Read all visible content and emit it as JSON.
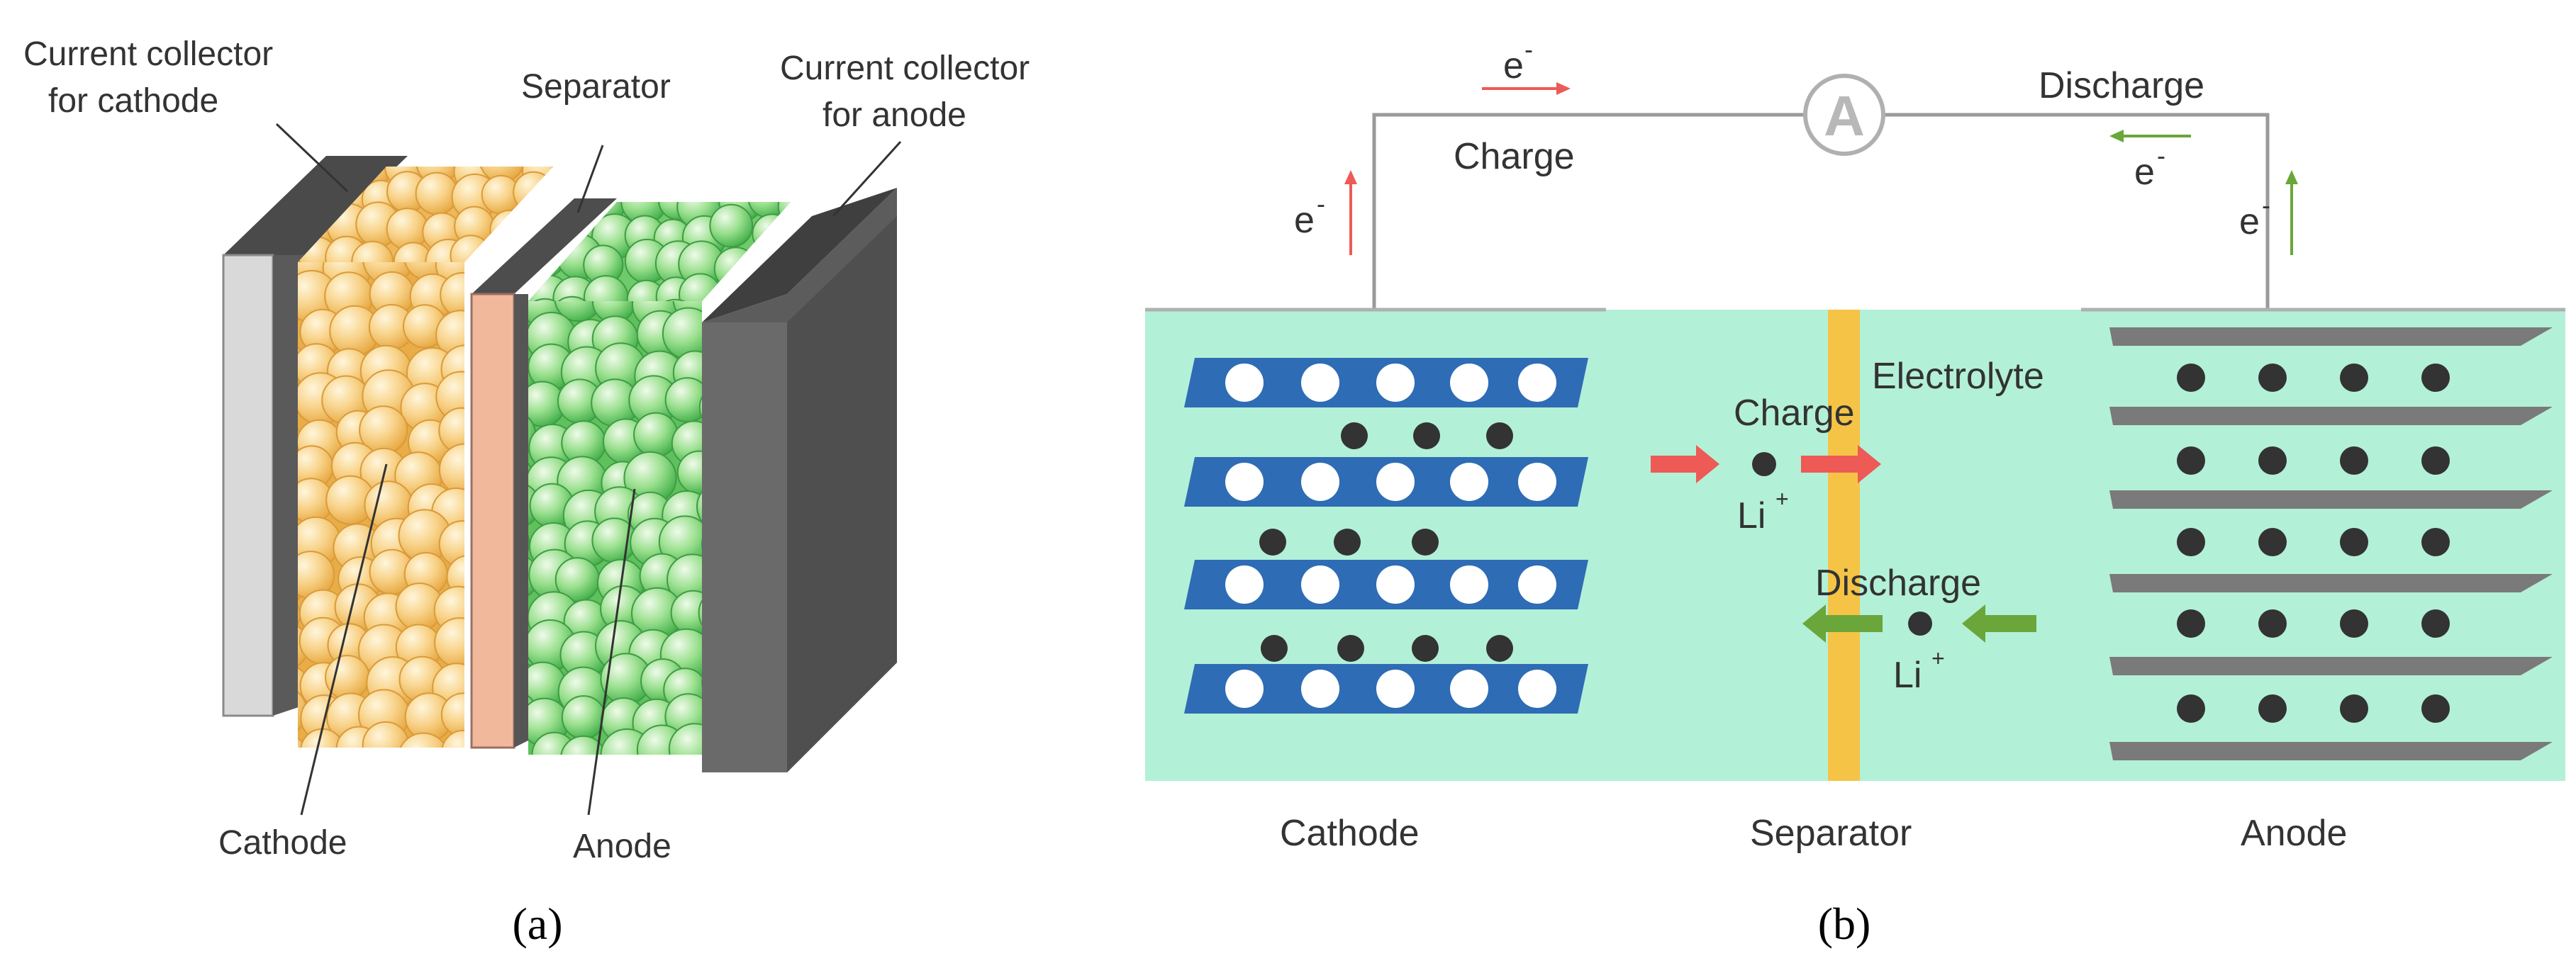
{
  "panel_a": {
    "caption": "(a)",
    "labels": {
      "cathode_collector_line1": "Current collector",
      "cathode_collector_line2": "for cathode",
      "separator": "Separator",
      "anode_collector_line1": "Current collector",
      "anode_collector_line2": "for anode",
      "cathode": "Cathode",
      "anode": "Anode"
    }
  },
  "panel_b": {
    "caption": "(b)",
    "ammeter_symbol": "A",
    "electron": "e",
    "electron_charge_sign": "-",
    "ion": "Li",
    "ion_charge_sign": "+",
    "circuit_charge": "Charge",
    "circuit_discharge": "Discharge",
    "electrolyte": "Electrolyte",
    "ion_charge": "Charge",
    "ion_discharge": "Discharge",
    "bottom_cathode": "Cathode",
    "bottom_separator": "Separator",
    "bottom_anode": "Anode"
  },
  "colors": {
    "electrolyte": "#b3f0d8",
    "separator_strip": "#f5c446",
    "cathode_layer": "#2e6cb5",
    "anode_layer": "#7a7a7a",
    "charge_arrow": "#ee5a55",
    "discharge_arrow": "#6aa63a",
    "cathode_particles": "#f6c76d",
    "anode_particles": "#7ed37b",
    "separator_a": "#f2b89c",
    "collector_dark": "#5c5c5c",
    "collector_light": "#d9d9d9"
  }
}
